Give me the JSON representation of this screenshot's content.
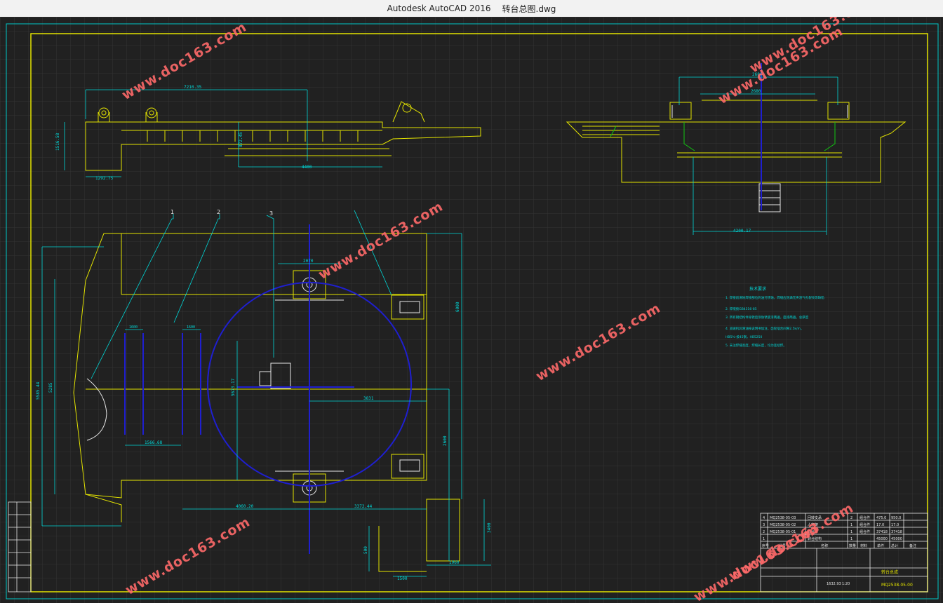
{
  "window": {
    "app_title": "Autodesk AutoCAD 2016",
    "file_title": "转台总图.dwg"
  },
  "watermarks": [
    "www.doc163.com",
    "www.doc163.com",
    "www.doc163.com",
    "www.doc163.com",
    "www.doc163.com",
    "www.doc163.com",
    "www.doc163.com",
    "www.doc163.com"
  ],
  "dimensions": {
    "top_total": "7210.35",
    "top_height": "1516.58",
    "top_left": "1292.75",
    "top_inner": "4400",
    "top_mid": "872.45",
    "right_top": "2680",
    "right_bottom": "4200.17",
    "plan_left_a": "1600",
    "plan_left_b": "1600",
    "plan_span": "1566.68",
    "plan_height_a": "5585.44",
    "plan_height_b": "5285",
    "plan_center_w": "2070",
    "plan_center_h": "5673.17",
    "plan_center_r": "3831",
    "plan_bottom_a": "4060.20",
    "plan_bottom_b": "3372.44",
    "plan_right_v": "6000",
    "plan_right_v2": "2600",
    "plan_base_w": "1960",
    "plan_base_w2": "1500",
    "plan_base_h": "3400",
    "plan_base_h2": "500"
  },
  "leaders": [
    "1",
    "2",
    "3"
  ],
  "tech_notes": {
    "title": "技术要求",
    "lines": [
      "1. 焊接前清除焊接部位的油污锈蚀，焊缝应饱满无夹渣气孔裂纹等缺陷",
      "2. 焊缝按GB4316-85",
      "3. 所有钢结构件除锈后涂防锈底漆两遍，面漆两遍，总厚度",
      "4. 减速机润滑油按说明书加注，齿轮啮合间隙2.5k/m，",
      "   HB5%-按45钢，HB5250",
      "5. 未注焊缝高度，焊缝长度，均为连续焊。"
    ]
  },
  "bom": {
    "rows": [
      {
        "no": "4",
        "code": "MQ2538-05-03",
        "name": "回转支承",
        "qty": "2",
        "mat": "组合件",
        "w1": "475.0",
        "w2": "950.0"
      },
      {
        "no": "3",
        "code": "MQ2538-05-02",
        "name": "人字架",
        "qty": "1",
        "mat": "组合件",
        "w1": "17.0",
        "w2": "17.0"
      },
      {
        "no": "2",
        "code": "MQ2538-05-01",
        "name": "转台",
        "qty": "1",
        "mat": "组合件",
        "w1": "37418",
        "w2": "37418"
      },
      {
        "no": "1",
        "code": "",
        "name": "转台结构",
        "qty": "1",
        "mat": "",
        "w1": "45000",
        "w2": "45000"
      }
    ],
    "headers": [
      "序号",
      "代号",
      "名称",
      "数量",
      "材料",
      "单件",
      "总计",
      "备注"
    ],
    "title_name": "转台总成",
    "drawing_no": "MQ2538-05-00",
    "scale": "1:20",
    "weight": "1632.93"
  },
  "revision_block": {
    "rows": [
      "",
      "",
      "",
      "",
      "",
      ""
    ]
  },
  "colors": {
    "frame": "#e4e400",
    "grid": "#3a3a3a",
    "cyan": "#00d7d7",
    "blue": "#1f1fd0",
    "white": "#e8e8e8",
    "green": "#11c611",
    "watermark": "#ff6a6a"
  }
}
